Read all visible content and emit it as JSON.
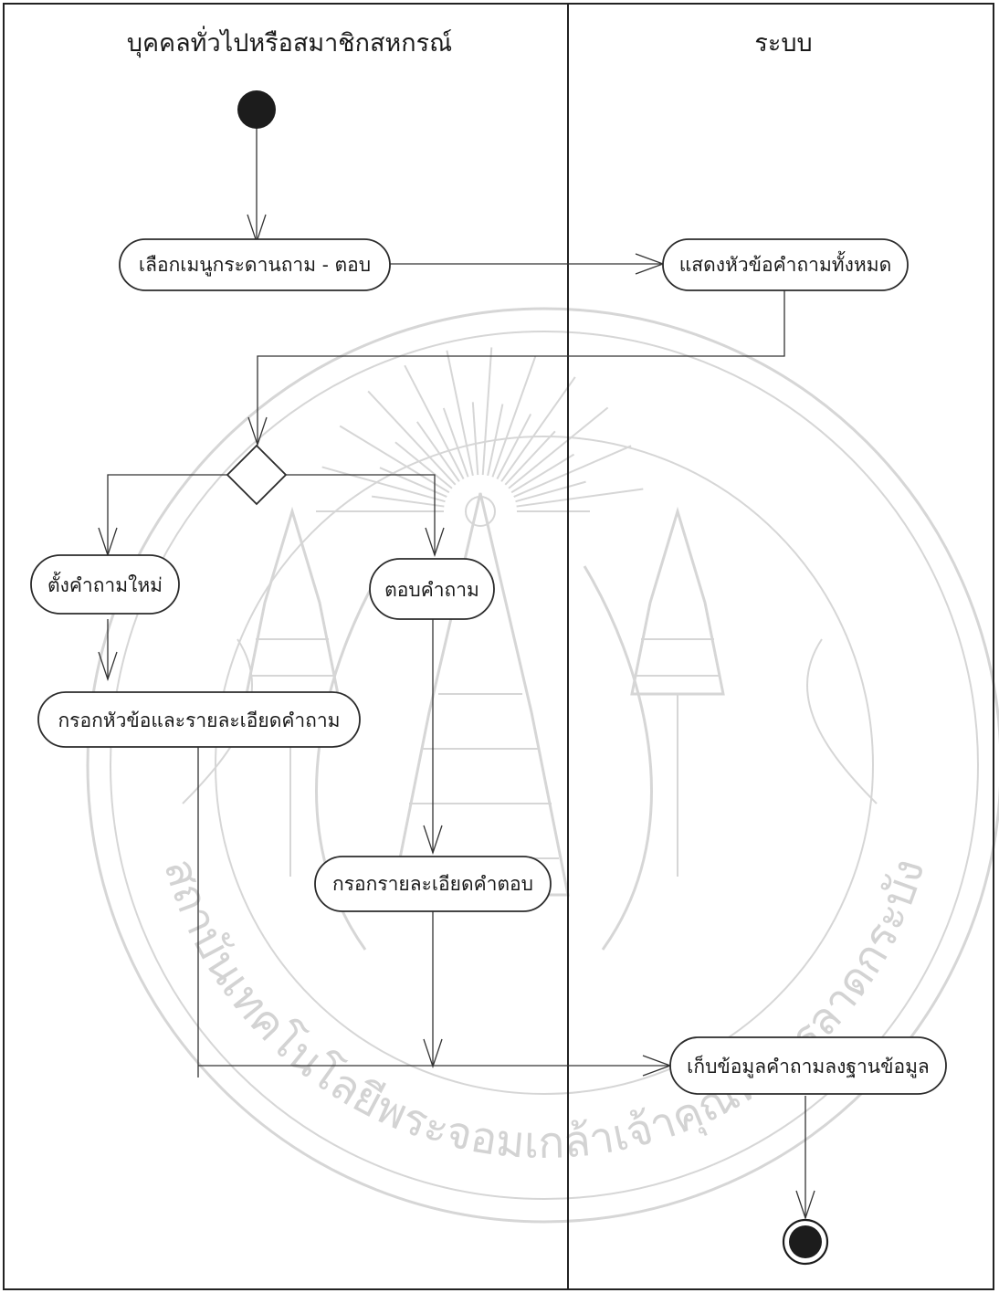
{
  "diagram": {
    "type": "activity-diagram",
    "lanes": [
      {
        "id": "user",
        "title": "บุคคลทั่วไปหรือสมาชิกสหกรณ์"
      },
      {
        "id": "system",
        "title": "ระบบ"
      }
    ],
    "nodes": [
      {
        "id": "start",
        "kind": "initial"
      },
      {
        "id": "select-menu",
        "kind": "action",
        "label": "เลือกเมนูกระดานถาม - ตอบ"
      },
      {
        "id": "show-topics",
        "kind": "action",
        "label": "แสดงหัวข้อคำถามทั้งหมด"
      },
      {
        "id": "decision",
        "kind": "decision"
      },
      {
        "id": "new-question",
        "kind": "action",
        "label": "ตั้งคำถามใหม่"
      },
      {
        "id": "answer-question",
        "kind": "action",
        "label": "ตอบคำถาม"
      },
      {
        "id": "fill-question",
        "kind": "action",
        "label": "กรอกหัวข้อและรายละเอียดคำถาม"
      },
      {
        "id": "fill-answer",
        "kind": "action",
        "label": "กรอกรายละเอียดคำตอบ"
      },
      {
        "id": "save-db",
        "kind": "action",
        "label": "เก็บข้อมูลคำถามลงฐานข้อมูล"
      },
      {
        "id": "end",
        "kind": "final"
      }
    ],
    "edges": [
      {
        "from": "start",
        "to": "select-menu"
      },
      {
        "from": "select-menu",
        "to": "show-topics"
      },
      {
        "from": "show-topics",
        "to": "decision"
      },
      {
        "from": "decision",
        "to": "new-question"
      },
      {
        "from": "decision",
        "to": "answer-question"
      },
      {
        "from": "new-question",
        "to": "fill-question"
      },
      {
        "from": "answer-question",
        "to": "fill-answer"
      },
      {
        "from": "fill-question",
        "to": "save-db"
      },
      {
        "from": "fill-answer",
        "to": "save-db"
      },
      {
        "from": "save-db",
        "to": "end"
      }
    ]
  },
  "watermark": {
    "top_text": "สถาบันเทคโนโลยีพระจอมเกล้าเจ้าคุณทหารลาดกระบัง",
    "color": "#d2d2d2"
  },
  "colors": {
    "line": "#333333",
    "node_fill": "#ffffff",
    "dark_node": "#1c1c1c"
  }
}
